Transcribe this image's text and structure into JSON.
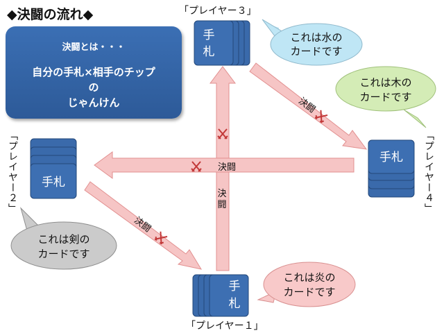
{
  "title": "◆決闘の流れ◆",
  "info_box": {
    "line1": "決闘とは・・・",
    "line2": "自分の手札×相手のチップ",
    "line3": "の",
    "line4": "じゃんけん"
  },
  "players": {
    "p1": "「プレイヤー１」",
    "p2": "「プレイヤー２」",
    "p3": "「プレイヤー３」",
    "p4": "「プレイヤー４」"
  },
  "card_label_1": "手",
  "card_label_2": "札",
  "hand_label": "手札",
  "duel_label": "決闘",
  "bubbles": {
    "water": {
      "line1": "これは水の",
      "line2": "カードです",
      "color": "#bfe6f5"
    },
    "wood": {
      "line1": "これは木の",
      "line2": "カードです",
      "color": "#d4ecb6"
    },
    "sword": {
      "line1": "これは剣の",
      "line2": "カードです",
      "color": "#cbcbcb"
    },
    "fire": {
      "line1": "これは炎の",
      "line2": "カードです",
      "color": "#f8c9c9"
    }
  },
  "colors": {
    "card": "#3a6aab",
    "arrow": "#f6c5c5",
    "arrow_edge": "#e29090",
    "sword_icon": "#c23838"
  }
}
